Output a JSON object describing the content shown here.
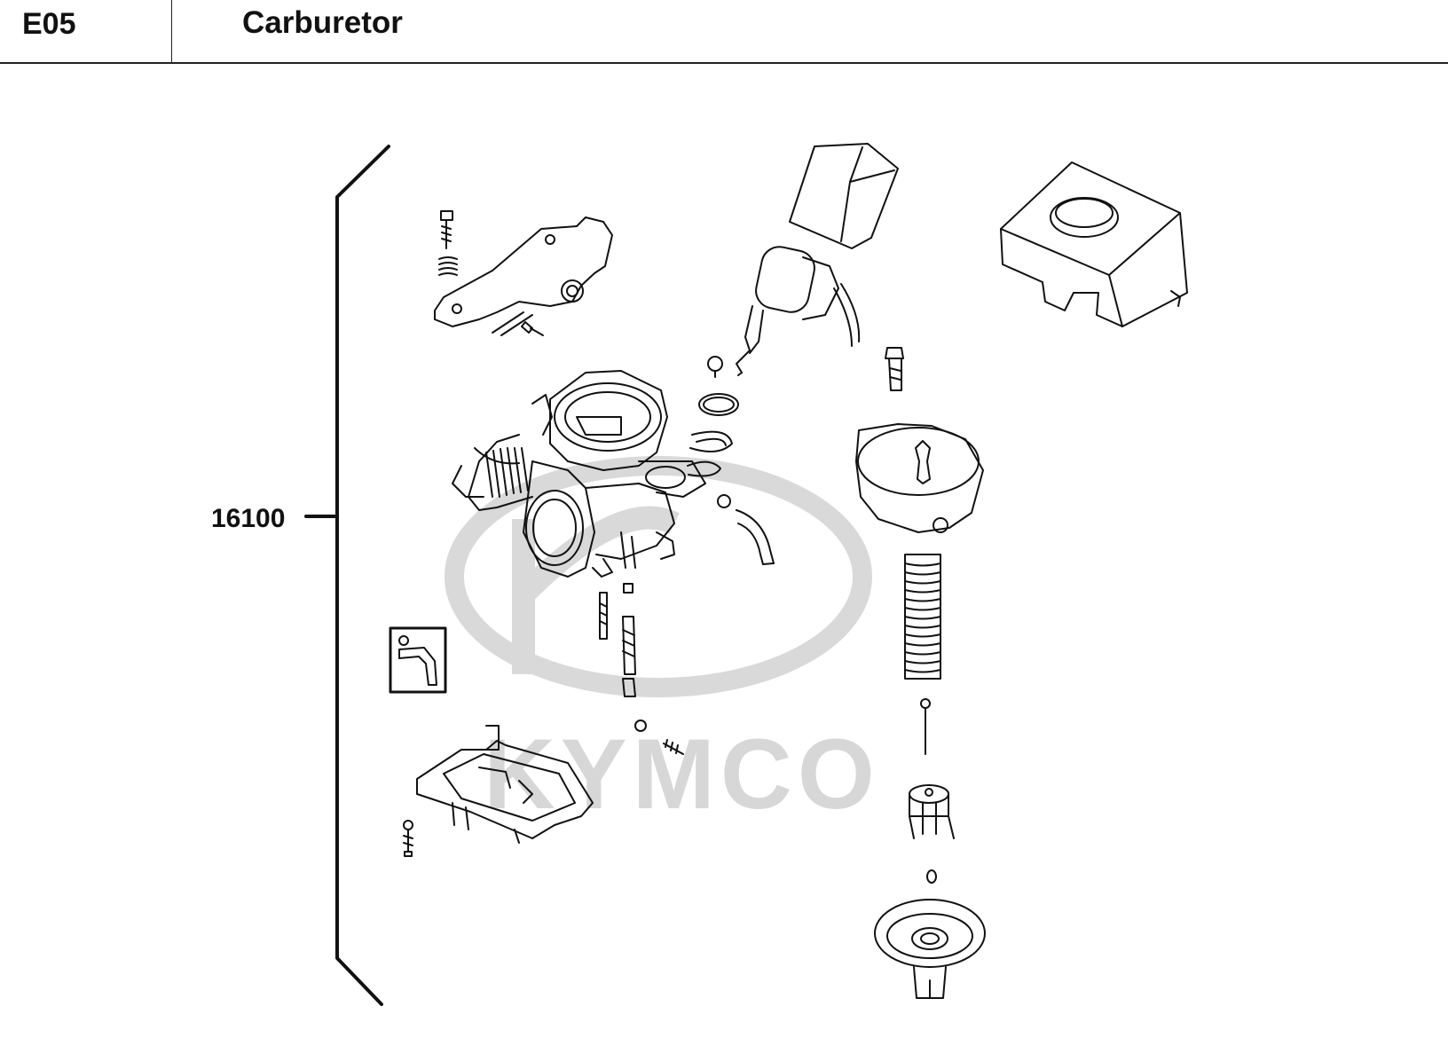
{
  "header": {
    "section_code": "E05",
    "title": "Carburetor"
  },
  "diagram": {
    "assembly_part_number": "16100",
    "watermark_text": "KYMCO",
    "colors": {
      "line": "#111111",
      "watermark": "#d7d7d7"
    }
  }
}
